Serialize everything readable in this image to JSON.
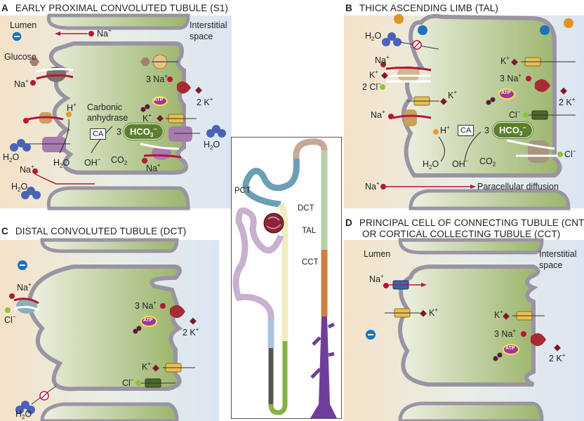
{
  "colors": {
    "lumen": "#f3e4cc",
    "interstitial": "#dde6f3",
    "cell": "#a9c07d",
    "membrane": "#9a94a2",
    "sodium": "#b5163a",
    "potassium": "#7a1a2a",
    "chloride": "#8cc43c",
    "proton": "#e59a2e",
    "water": "#4a63b8",
    "negative_charge": "#1d72c0",
    "positive_charge": "#e0941e",
    "atp": "#a0349a",
    "hco3_pill": "#5b7f2f"
  },
  "panels": {
    "a": {
      "letter": "A",
      "title": "EARLY PROXIMAL CONVOLUTED TUBULE (S1)",
      "lumen": "Lumen",
      "interstitial": "Interstitial",
      "interstitial2": "space",
      "glucose": "Glucose",
      "carbonic": "Carbonic",
      "anhydrase": "anhydrase",
      "ca": "CA",
      "three": "3",
      "hco3": "HCO",
      "h2o": "H",
      "oh": "OH",
      "co2": "CO",
      "na": "Na",
      "k": "K",
      "h": "H",
      "three_na": "3 Na",
      "two_k": "2 K",
      "atp": "ATP"
    },
    "b": {
      "letter": "B",
      "title": "THICK ASCENDING LIMB (TAL)",
      "two_cl": "2 Cl",
      "cl": "Cl",
      "ca": "CA",
      "three": "3",
      "hco3": "HCO",
      "paracellular": "Paracellular diffusion",
      "na": "Na",
      "k": "K",
      "h": "H",
      "three_na": "3 Na",
      "two_k": "2 K",
      "atp": "ATP"
    },
    "c": {
      "letter": "C",
      "title": "DISTAL CONVOLUTED TUBULE (DCT)",
      "na": "Na",
      "cl": "Cl",
      "k": "K",
      "three_na": "3 Na",
      "two_k": "2 K",
      "atp": "ATP"
    },
    "d": {
      "letter": "D",
      "title_line1": "PRINCIPAL CELL OF CONNECTING TUBULE (CNT)",
      "title_line2": "OR CORTICAL COLLECTING TUBULE (CCT)",
      "lumen": "Lumen",
      "interstitial": "Interstitial",
      "interstitial2": "space",
      "na": "Na",
      "k": "K",
      "three_na": "3 Na",
      "two_k": "2 K",
      "atp": "ATP"
    }
  },
  "nephron": {
    "segments": [
      "PCT",
      "DCT",
      "TAL",
      "CCT"
    ]
  },
  "symbols": {
    "plus": "+",
    "minus": "−",
    "two": "2",
    "three": "3"
  }
}
